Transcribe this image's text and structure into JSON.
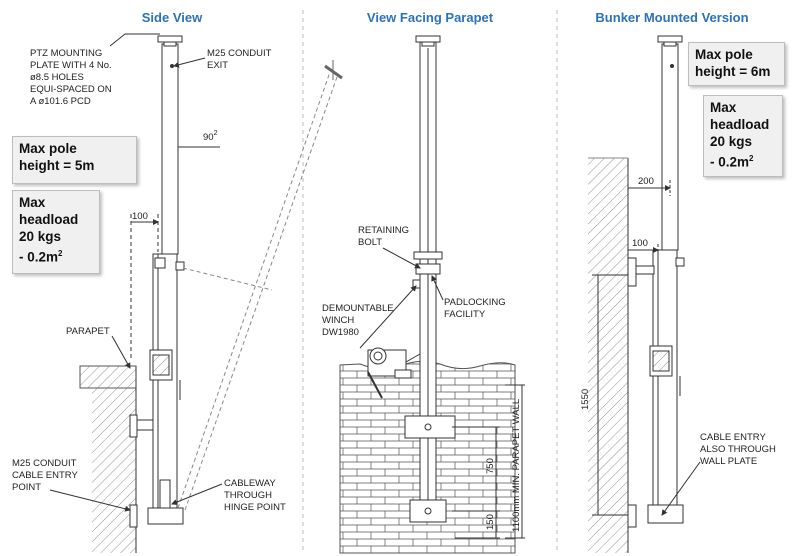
{
  "titles": {
    "side_view": "Side View",
    "parapet_view": "View Facing Parapet",
    "bunker_view": "Bunker Mounted Version"
  },
  "labels": {
    "ptz_plate": [
      "PTZ MOUNTING",
      "PLATE WITH 4 No.",
      "ø8.5 HOLES",
      "EQUI-SPACED ON",
      "A ø101.6 PCD"
    ],
    "m25_exit": [
      "M25 CONDUIT",
      "EXIT"
    ],
    "parapet": "PARAPET",
    "m25_cable_entry": [
      "M25 CONDUIT",
      "CABLE ENTRY",
      "POINT"
    ],
    "cableway": [
      "CABLEWAY",
      "THROUGH",
      "HINGE POINT"
    ],
    "retaining_bolt": [
      "RETAINING",
      "BOLT"
    ],
    "padlocking": [
      "PADLOCKING",
      "FACILITY"
    ],
    "winch": [
      "DEMOUNTABLE",
      "WINCH",
      "DW1980"
    ],
    "cable_entry_wall": [
      "CABLE ENTRY",
      "ALSO THROUGH",
      "WALL PLATE"
    ]
  },
  "dimensions": {
    "angle": "90",
    "angle_sup": "2",
    "side_offset": "100",
    "bunker_offset_top": "200",
    "bunker_offset_bottom": "100",
    "bunker_height": "1550",
    "parapet_750": "750",
    "parapet_150": "150",
    "parapet_wall": "1100mm MIN. PARAPET WALL"
  },
  "callouts": {
    "side_pole_height": [
      "Max pole",
      "height = 5m"
    ],
    "side_headload": [
      "Max",
      "headload",
      "20 kgs",
      "- 0.2m"
    ],
    "side_headload_sup": "2",
    "bunker_pole_height": [
      "Max pole",
      "height = 6m"
    ],
    "bunker_headload": [
      "Max",
      "headload",
      "20 kgs",
      "- 0.2m"
    ],
    "bunker_headload_sup": "2"
  },
  "colors": {
    "title": "#2a73b8",
    "line": "#333333",
    "box_bg": "#f0f0f0"
  }
}
